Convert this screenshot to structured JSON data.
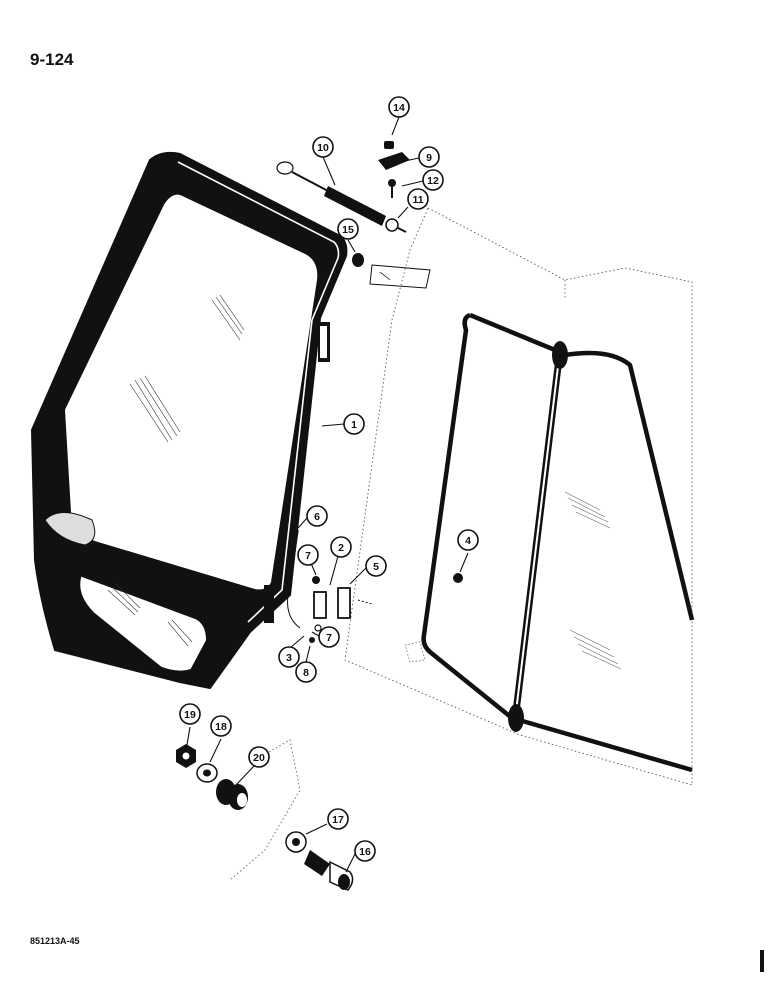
{
  "header": {
    "page_number": "9-124"
  },
  "footer": {
    "figure_code": "851213A-45"
  },
  "callouts": [
    {
      "id": "c14",
      "label": "14"
    },
    {
      "id": "c9",
      "label": "9"
    },
    {
      "id": "c10",
      "label": "10"
    },
    {
      "id": "c12",
      "label": "12"
    },
    {
      "id": "c11",
      "label": "11"
    },
    {
      "id": "c15",
      "label": "15"
    },
    {
      "id": "c1",
      "label": "1"
    },
    {
      "id": "c6",
      "label": "6"
    },
    {
      "id": "c2",
      "label": "2"
    },
    {
      "id": "c7a",
      "label": "7"
    },
    {
      "id": "c5",
      "label": "5"
    },
    {
      "id": "c4",
      "label": "4"
    },
    {
      "id": "c7b",
      "label": "7"
    },
    {
      "id": "c3",
      "label": "3"
    },
    {
      "id": "c8",
      "label": "8"
    },
    {
      "id": "c19",
      "label": "19"
    },
    {
      "id": "c18",
      "label": "18"
    },
    {
      "id": "c20",
      "label": "20"
    },
    {
      "id": "c17",
      "label": "17"
    },
    {
      "id": "c16",
      "label": "16"
    }
  ]
}
